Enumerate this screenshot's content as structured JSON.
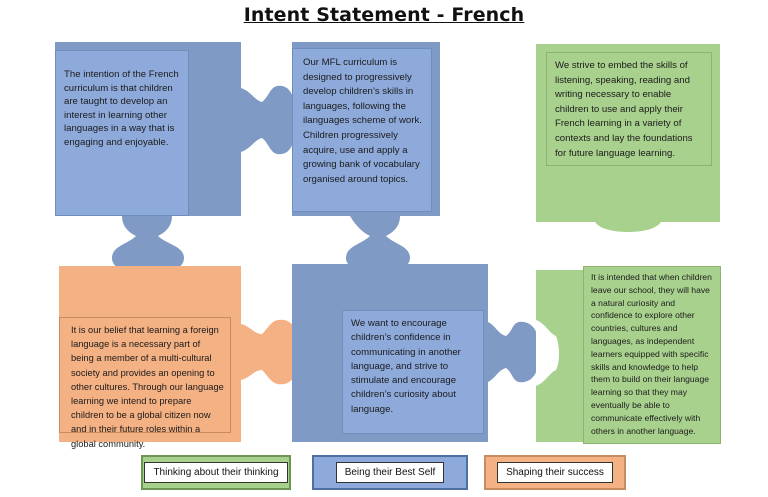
{
  "title": "Intent Statement - French",
  "colors": {
    "blue": "#8eaadb",
    "blue_dark": "#7f9bc5",
    "green": "#a9d18e",
    "green_dark": "#98c27e",
    "orange": "#f4b183",
    "orange_dark": "#e8a372"
  },
  "pieces": [
    {
      "id": "top-left",
      "color": "blue",
      "text": "The intention of the French curriculum is that children are taught to develop an interest in learning other languages in a way that is engaging and enjoyable."
    },
    {
      "id": "top-middle",
      "color": "blue",
      "text": "Our MFL curriculum is designed to progressively develop children’s skills in languages, following the ilanguages scheme of work. Children progressively acquire, use and apply a growing bank of vocabulary organised around topics."
    },
    {
      "id": "top-right",
      "color": "green",
      "text": "We strive to embed the skills of listening, speaking, reading and writing necessary to enable children to use and apply their French learning in a variety of contexts and lay the foundations for future language learning."
    },
    {
      "id": "bottom-left",
      "color": "orange",
      "text": "It is our belief that learning a foreign language is a necessary part of being a member of a multi-cultural society and provides an opening to other cultures. Through our language learning we intend to prepare children to be a global citizen now and in their future roles within a global community."
    },
    {
      "id": "bottom-middle",
      "color": "blue",
      "text": "We want to encourage children’s confidence in communicating in another language, and strive to stimulate and encourage children’s curiosity about language."
    },
    {
      "id": "bottom-right",
      "color": "green",
      "text": "It is intended that when children leave our school, they will have a natural curiosity and confidence to explore other countries, cultures and languages, as independent learners equipped with specific skills and knowledge to help them to build on their language learning so that they may eventually be able to communicate effectively with others in another language."
    }
  ],
  "legend": [
    {
      "label": "Thinking about their thinking",
      "color": "green"
    },
    {
      "label": "Being their Best Self",
      "color": "blue"
    },
    {
      "label": "Shaping their success",
      "color": "orange"
    }
  ]
}
